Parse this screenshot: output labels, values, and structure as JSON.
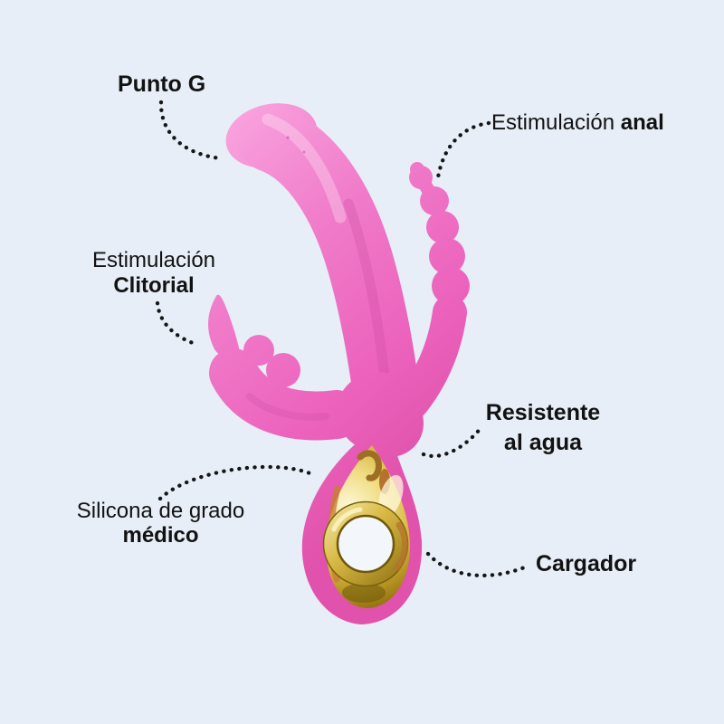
{
  "page": {
    "background_color": "#e7eef7",
    "text_color": "#121212",
    "connector_color": "#161616"
  },
  "product": {
    "description": "Vibrador rosa de triple estimulación con anillo cargador dorado",
    "colors": {
      "silicone_pink": "#ee6cc4",
      "pink_highlight": "#f9a2de",
      "pink_shadow": "#e052ab",
      "gold": "#d4b23a",
      "gold_light": "#fdf8d8",
      "gold_dark": "#5f4c08",
      "amber_reflection": "#b5722c",
      "ring_hole": "#f3f6fa"
    }
  },
  "labels": {
    "punto_g": {
      "text": "Punto G"
    },
    "anal": {
      "regular": "Estimulación ",
      "bold": "anal"
    },
    "clitorial": {
      "line1_regular": "Estimulación",
      "line2_bold": "Clitorial"
    },
    "agua": {
      "line1": "Resistente",
      "line2": "al agua"
    },
    "silicona": {
      "line1_regular": "Silicona de grado",
      "line2_bold": "médico"
    },
    "cargador": {
      "text": "Cargador"
    }
  }
}
